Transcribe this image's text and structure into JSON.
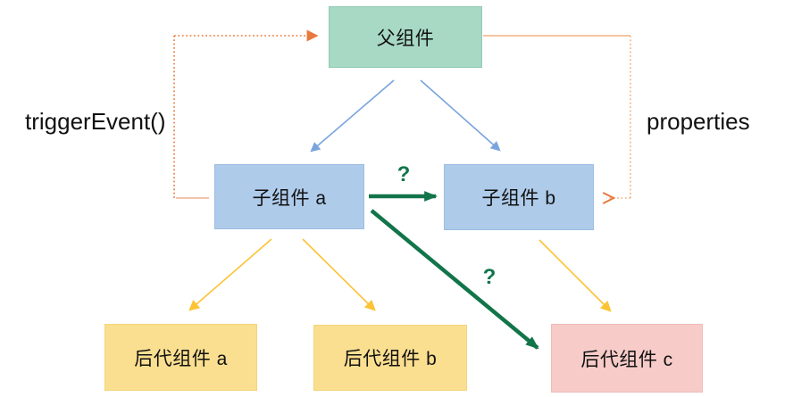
{
  "diagram": {
    "title": "component-communication-diagram",
    "nodes": {
      "parent": {
        "label": "父组件"
      },
      "child_a": {
        "label": "子组件 a"
      },
      "child_b": {
        "label": "子组件 b"
      },
      "desc_a": {
        "label": "后代组件 a"
      },
      "desc_b": {
        "label": "后代组件 b"
      },
      "desc_c": {
        "label": "后代组件 c"
      }
    },
    "edge_labels": {
      "trigger_event": "triggerEvent()",
      "properties": "properties",
      "question_1": "?",
      "question_2": "?"
    },
    "edges": [
      {
        "from": "父组件",
        "to": "子组件 a",
        "style": "solid-arrow",
        "color_name": "blue"
      },
      {
        "from": "父组件",
        "to": "子组件 b",
        "style": "solid-arrow",
        "color_name": "blue"
      },
      {
        "from": "子组件 a",
        "to": "后代组件 a",
        "style": "solid-arrow",
        "color_name": "yellow"
      },
      {
        "from": "子组件 a",
        "to": "后代组件 b",
        "style": "solid-arrow",
        "color_name": "yellow"
      },
      {
        "from": "子组件 b",
        "to": "后代组件 c",
        "style": "solid-arrow",
        "color_name": "yellow"
      },
      {
        "from": "子组件 a",
        "to": "子组件 b",
        "style": "thick-arrow",
        "color_name": "green",
        "label": "?"
      },
      {
        "from": "子组件 a",
        "to": "后代组件 c",
        "style": "thick-arrow",
        "color_name": "green",
        "label": "?"
      },
      {
        "from": "子组件 a",
        "to": "父组件",
        "style": "dotted-arrow",
        "color_name": "orange",
        "label": "triggerEvent()"
      },
      {
        "from": "父组件",
        "to": "子组件 b",
        "style": "dotted-arrow",
        "color_name": "orange",
        "label": "properties"
      }
    ]
  },
  "colors": {
    "node-parent-bg": "#a7d9c4",
    "node-child-bg": "#aecbea",
    "node-desc-bg": "#fbdf90",
    "node-desc-c-bg": "#f6cbc8",
    "edge-blue": "#7aa4dc",
    "edge-yellow": "#fcc335",
    "edge-green": "#12754a",
    "edge-orange": "#e8793c",
    "edge-orange-light": "#f4b183",
    "edge-orange-pale": "#f3c3ae",
    "text": "#111111"
  }
}
